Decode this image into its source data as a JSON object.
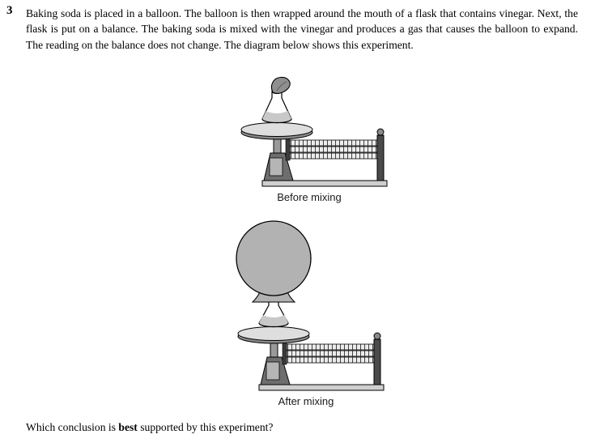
{
  "question": {
    "number": "3",
    "body": "Baking soda is placed in a balloon. The balloon is then wrapped around the mouth of a flask that contains vinegar. Next, the flask is put on a balance. The baking soda is mixed with the vinegar and produces a gas that causes the balloon to expand. The reading on the balance does not change. The diagram below shows this experiment.",
    "prompt_prefix": "Which conclusion is ",
    "prompt_bold": "best",
    "prompt_suffix": " supported by this experiment?"
  },
  "figures": [
    {
      "caption": "Before mixing"
    },
    {
      "caption": "After mixing"
    }
  ],
  "colors": {
    "balloon_deflated": "#8f8f8f",
    "balloon_inflated": "#b2b2b2",
    "liquid": "#c8c8c8",
    "pan_top": "#dedede",
    "pan_shadow": "#8c8c8c",
    "base_dark": "#6e6e6e",
    "base_panel": "#b5b5b5",
    "plate": "#cfcfcf"
  }
}
